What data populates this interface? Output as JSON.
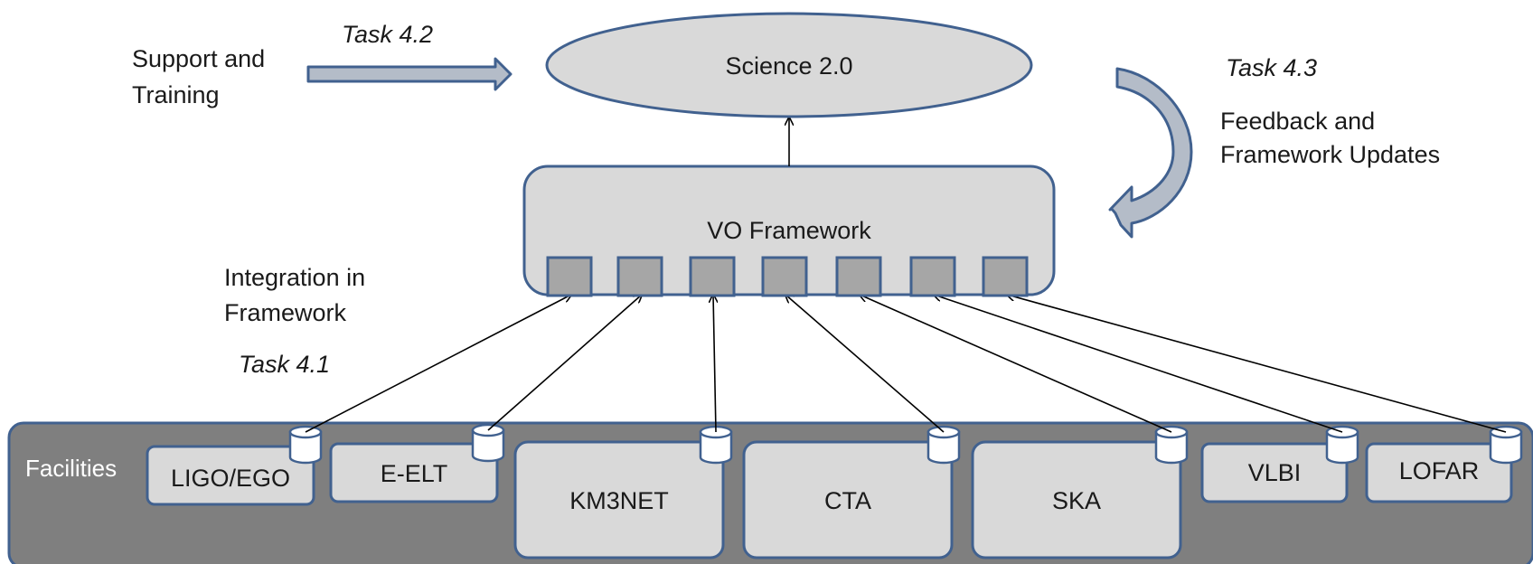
{
  "diagram": {
    "science": {
      "label": "Science 2.0"
    },
    "support": {
      "line1": "Support and",
      "line2": "Training"
    },
    "task_4_2": "Task 4.2",
    "task_4_3": "Task 4.3",
    "feedback": {
      "line1": "Feedback and",
      "line2": "Framework Updates"
    },
    "vo_framework": {
      "label": "VO Framework",
      "slot_count": 7
    },
    "integration": {
      "line1": "Integration in",
      "line2": "Framework"
    },
    "task_4_1": "Task 4.1",
    "facilities": {
      "title": "Facilities",
      "items": [
        "LIGO/EGO",
        "E-ELT",
        "KM3NET",
        "CTA",
        "SKA",
        "VLBI",
        "LOFAR"
      ]
    }
  },
  "colors": {
    "box_fill": "#d9d9d9",
    "box_stroke": "#41618f",
    "slot_fill": "#a6a6a6",
    "facilities_band": "#7f7f7f",
    "arrow_fill": "#b4bcc8"
  }
}
